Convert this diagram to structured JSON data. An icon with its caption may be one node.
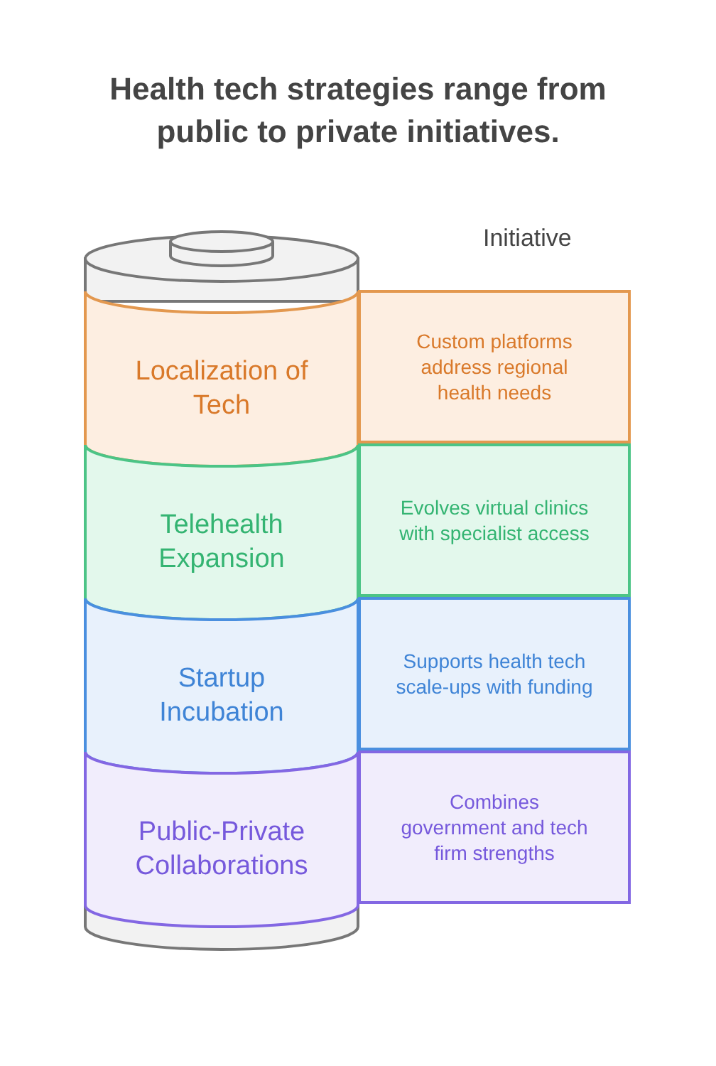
{
  "diagram": {
    "title": "Health tech strategies range from public to private initiatives.",
    "nodes": [
      {
        "text": [
          "Localization of Tech"
        ]
      },
      {
        "text": [
          "Custom platforms address regional health needs"
        ]
      },
      {
        "text": [
          "Telehealth Expansion"
        ]
      },
      {
        "text": [
          "Evolves virtual clinics with specialist access"
        ]
      },
      {
        "text": [
          "Startup Incubation"
        ]
      },
      {
        "text": [
          "Supports health tech scale-ups with funding"
        ]
      },
      {
        "text": [
          "Public-Private Collaborations"
        ]
      },
      {
        "text": [
          "Combines government and tech firm strengths"
        ]
      }
    ],
    "edges": [],
    "labels": [
      "Initiative"
    ]
  }
}
